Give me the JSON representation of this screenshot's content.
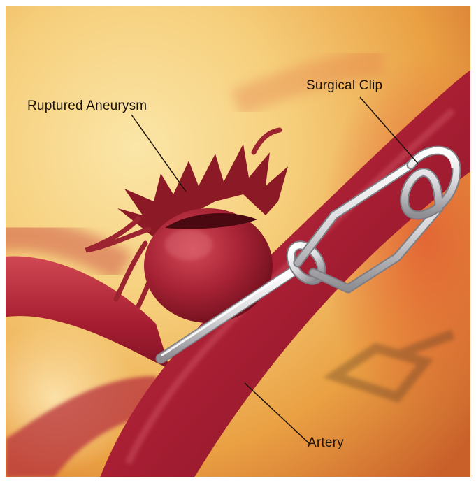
{
  "labels": {
    "aneurysm": "Ruptured Aneurysm",
    "clip": "Surgical Clip",
    "artery": "Artery"
  },
  "colors": {
    "background_light": "#f9dd8f",
    "background_orange": "#e9a23a",
    "artery": "#b3243a",
    "artery_dark": "#6e0f1c",
    "clip_metal": "#e8e8ea",
    "label_text": "#1d1208"
  }
}
